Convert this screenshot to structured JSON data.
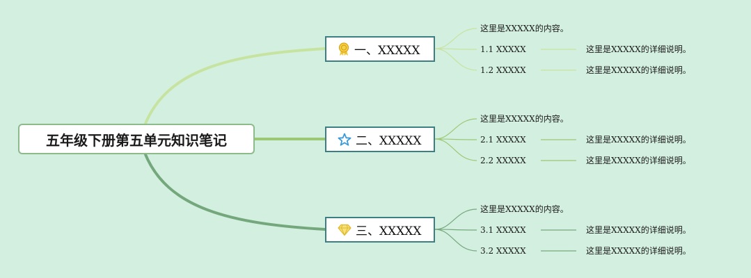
{
  "title": "五年级下册第五单元知识笔记",
  "colors": {
    "background": "#d3efe0",
    "branch1": "#c7e3a0",
    "branch2": "#9cc876",
    "branch3": "#74a87c"
  },
  "branches": [
    {
      "label": "一、XXXXX",
      "icon": "award-ribbon-icon",
      "content": "这里是XXXXX的内容。",
      "subs": [
        {
          "label": "1.1 XXXXX",
          "detail": "这里是XXXXX的详细说明。"
        },
        {
          "label": "1.2 XXXXX",
          "detail": "这里是XXXXX的详细说明。"
        }
      ]
    },
    {
      "label": "二、XXXXX",
      "icon": "star-icon",
      "content": "这里是XXXXX的内容。",
      "subs": [
        {
          "label": "2.1 XXXXX",
          "detail": "这里是XXXXX的详细说明。"
        },
        {
          "label": "2.2 XXXXX",
          "detail": "这里是XXXXX的详细说明。"
        }
      ]
    },
    {
      "label": "三、XXXXX",
      "icon": "diamond-icon",
      "content": "这里是XXXXX的内容。",
      "subs": [
        {
          "label": "3.1 XXXXX",
          "detail": "这里是XXXXX的详细说明。"
        },
        {
          "label": "3.2 XXXXX",
          "detail": "这里是XXXXX的详细说明。"
        }
      ]
    }
  ]
}
